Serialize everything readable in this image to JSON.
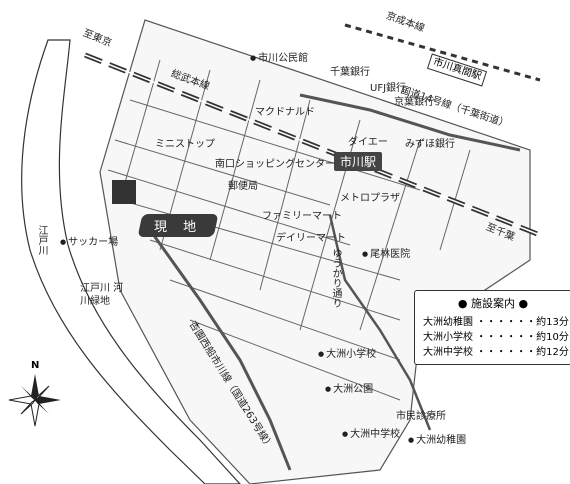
{
  "map": {
    "station": "市川駅",
    "site_label": "現 地",
    "rail_lines": {
      "sobu_main": "総武本線",
      "keisei_main": "京成本線",
      "to_tokyo": "至東京",
      "to_chiba": "至千葉",
      "keisei_station": "市川真間駅"
    },
    "roads": {
      "route14": "国道14号線（千葉街道）",
      "yukari_street": "ゆうかり通り",
      "route263": "杏園西船市川線（国道263号線）"
    },
    "river": "江戸川",
    "landmarks": {
      "ichikawa_kominkan": "市川公民館",
      "chiba_bank_1": "千葉銀行",
      "ufj_bank": "UFJ銀行",
      "keiyo_bank": "京葉銀行",
      "mcdonalds": "マクドナルド",
      "mini_stop": "ミニストップ",
      "minamiguchi_sc": "南口ショッピングセンター",
      "daiei": "ダイエー",
      "mizuho_bank": "みずほ銀行",
      "post_office": "郵便局",
      "metro_plaza": "メトロプラザ",
      "family_mart": "ファミリーマート",
      "daily_mart": "デイリーマート",
      "soccer_field": "サッカー場",
      "edogawa_greenland": "江戸川 河川緑地",
      "oshu_clinic": "尾林医院",
      "oshu_elementary": "大洲小学校",
      "oshu_park": "大洲公園",
      "citizen_clinic": "市民診療所",
      "oshu_junior_high": "大洲中学校",
      "oshu_kindergarten": "大洲幼稚園"
    },
    "compass_north": "N"
  },
  "facility_guide": {
    "title": "施設案内",
    "items": [
      {
        "label": "大洲幼稚園 ・・・・・・約13分"
      },
      {
        "label": "大洲小学校 ・・・・・・約10分"
      },
      {
        "label": "大洲中学校 ・・・・・・約12分"
      }
    ]
  }
}
